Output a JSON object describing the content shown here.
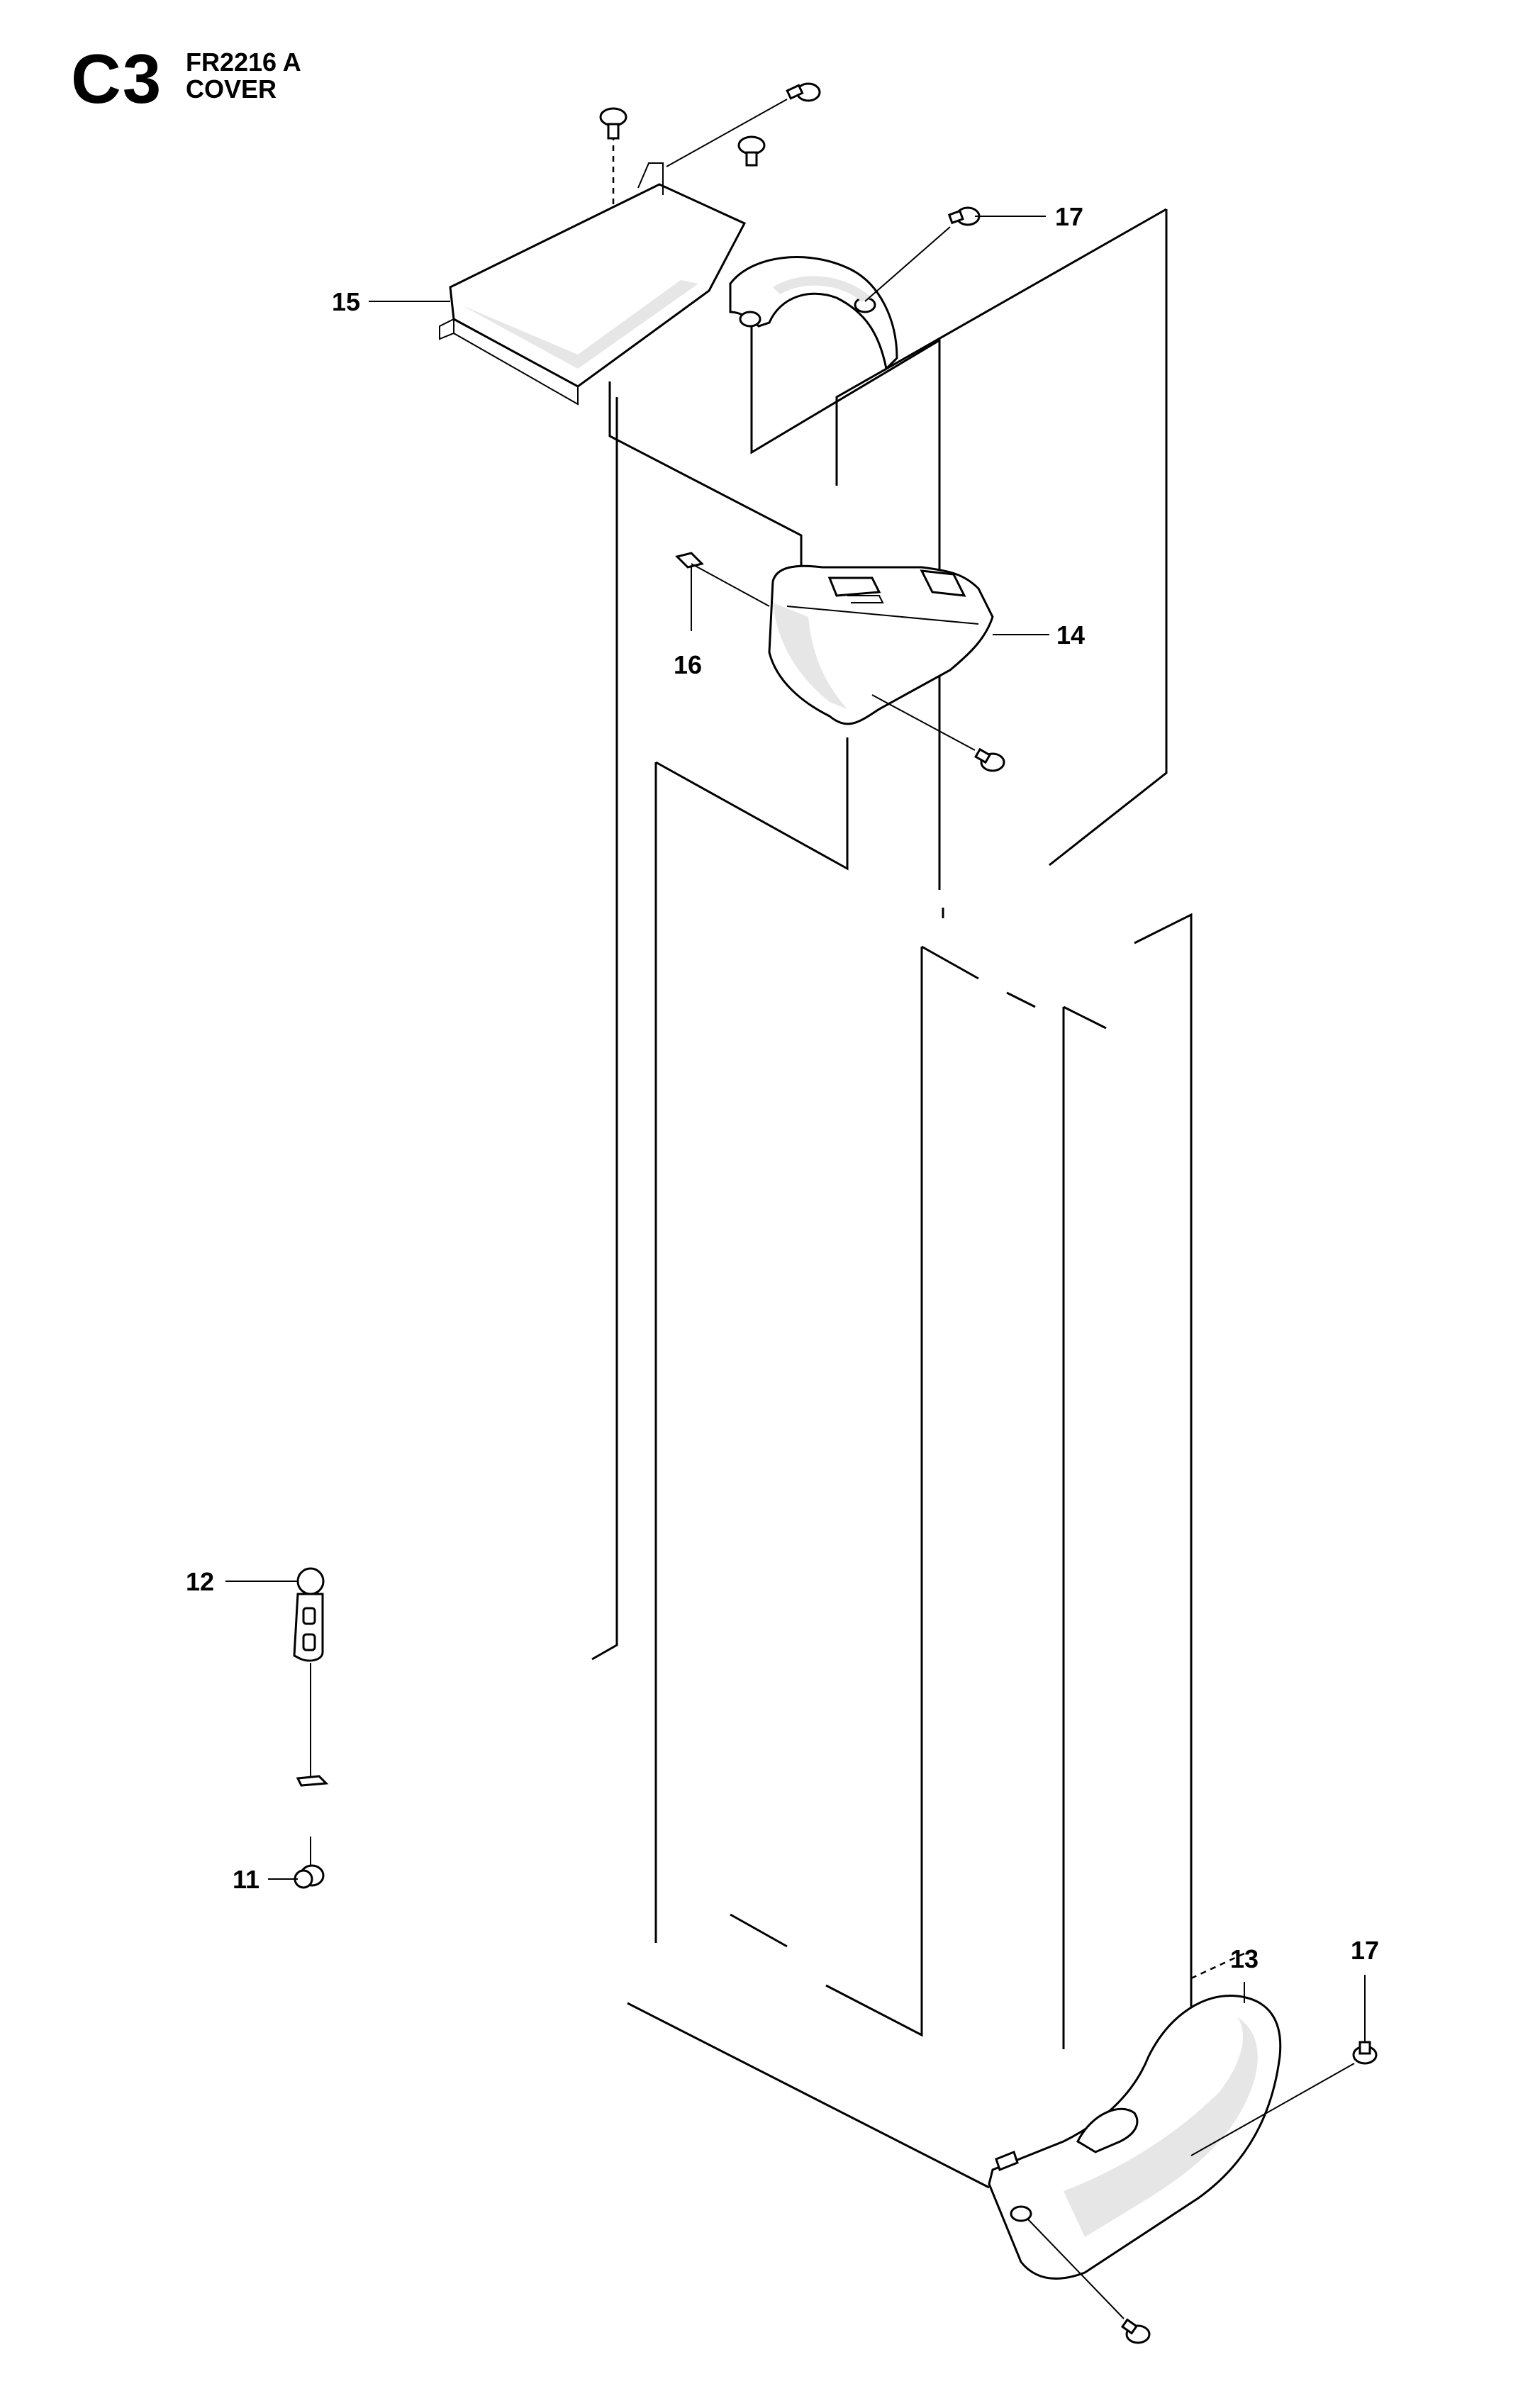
{
  "header": {
    "code": "C3",
    "model": "FR2216 A",
    "name": "COVER"
  },
  "callouts": {
    "c11": "11",
    "c12": "12",
    "c13": "13",
    "c14": "14",
    "c15": "15",
    "c16": "16",
    "c17_top": "17",
    "c17_bottom": "17"
  }
}
